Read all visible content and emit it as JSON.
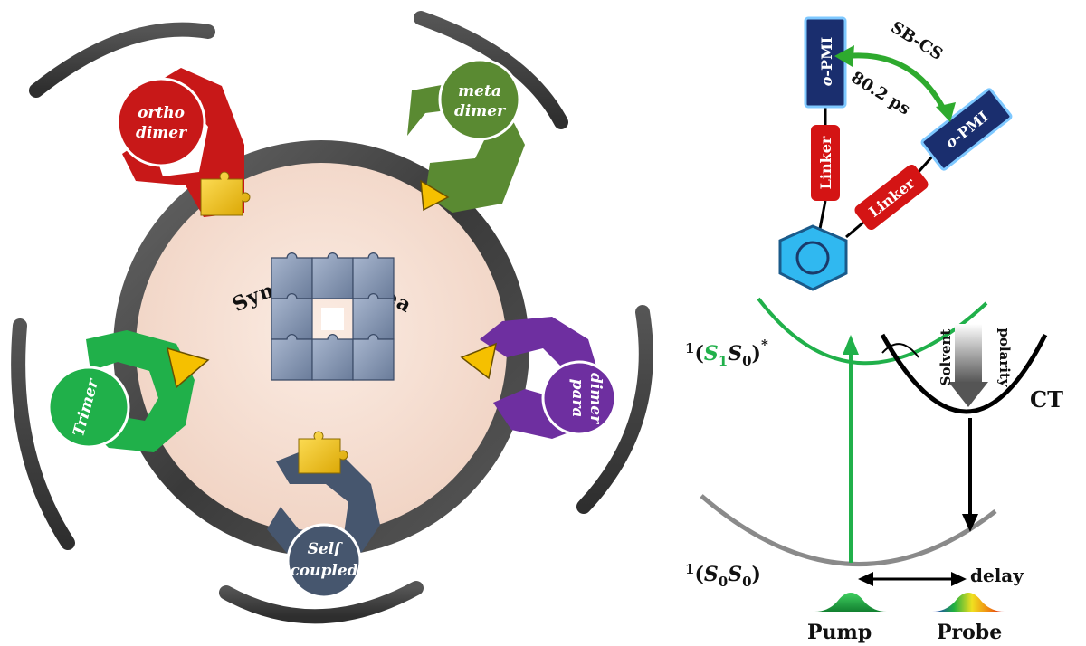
{
  "wheel": {
    "center_title": "Symmetry Breaking Charge Separation",
    "segments": [
      {
        "id": "ortho",
        "line1": "ortho",
        "line2": "dimer",
        "color": "#c81818"
      },
      {
        "id": "meta",
        "line1": "meta",
        "line2": "dimer",
        "color": "#5a8a32"
      },
      {
        "id": "para",
        "line1": "para",
        "line2": "dimer",
        "color": "#6e2fa0"
      },
      {
        "id": "self",
        "line1": "Self",
        "line2": "coupled",
        "color": "#46566e"
      },
      {
        "id": "trimer",
        "line1": "Trimer",
        "line2": "",
        "color": "#20b04a"
      }
    ],
    "colors": {
      "ring": "#4a4a4a",
      "center_fill": "#f5ddd0",
      "puzzle_blue": "#8a9cb8",
      "puzzle_gold": "#f2c200",
      "triangle": "#f5c000"
    }
  },
  "molecule": {
    "acceptor_1": "o-PMI",
    "acceptor_2": "o-PMI",
    "acceptor_prefix": "o",
    "acceptor_suffix": "-PMI",
    "linker_1": "Linker",
    "linker_2": "Linker",
    "process_label": "SB-CS",
    "time_constant": "80.2 ps",
    "colors": {
      "pmi": "#1a2e6e",
      "linker": "#d41414",
      "benzene": "#30b8f0",
      "arrow": "#2eaa2e"
    }
  },
  "energy_diagram": {
    "excited_state": {
      "sup": "1",
      "open": "(",
      "s1": "S",
      "s1_sub": "1",
      "s0": "S",
      "s0_sub": "0",
      "close": ")",
      "star": "*"
    },
    "ground_state": {
      "sup": "1",
      "open": "(",
      "s1": "S",
      "s1_sub": "0",
      "s0": "S",
      "s0_sub": "0",
      "close": ")"
    },
    "ct_label": "CT",
    "solvent_label": "Solvent",
    "polarity_label": "polarity",
    "delay_label": "delay",
    "pump_label": "Pump",
    "probe_label": "Probe",
    "colors": {
      "excited_curve": "#20b04a",
      "ct_curve": "#000000",
      "ground_curve": "#8a8a8a"
    }
  }
}
